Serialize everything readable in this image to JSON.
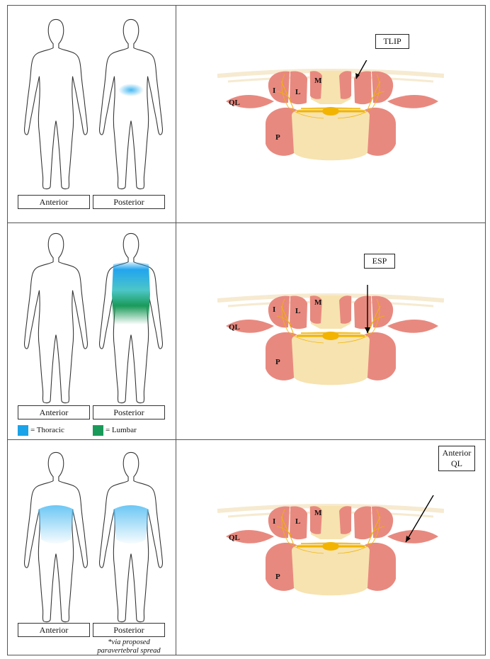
{
  "labels": {
    "anterior": "Anterior",
    "posterior": "Posterior"
  },
  "rows": [
    {
      "callout": "TLIP",
      "coverage": "lumbar-posterior-small"
    },
    {
      "callout": "ESP",
      "coverage": "thoracic-lumbar-posterior"
    },
    {
      "callout": "Anterior QL",
      "coverage": "anterior-posterior-flank"
    }
  ],
  "legend": {
    "thoracic": "= Thoracic",
    "lumbar": "= Lumbar",
    "thoracic_color": "#1aa3e8",
    "lumbar_color": "#1a9a5a"
  },
  "muscles": {
    "iliocostalis": "I",
    "longissimus": "L",
    "multifidus": "M",
    "quadratus_lumborum": "QL",
    "psoas": "P"
  },
  "note": "*via proposed paravertebral spread",
  "colors": {
    "muscle": "#e8897f",
    "bone": "#f7e3b0",
    "nerve": "#f2b400",
    "fascia": "#f6ead0"
  }
}
